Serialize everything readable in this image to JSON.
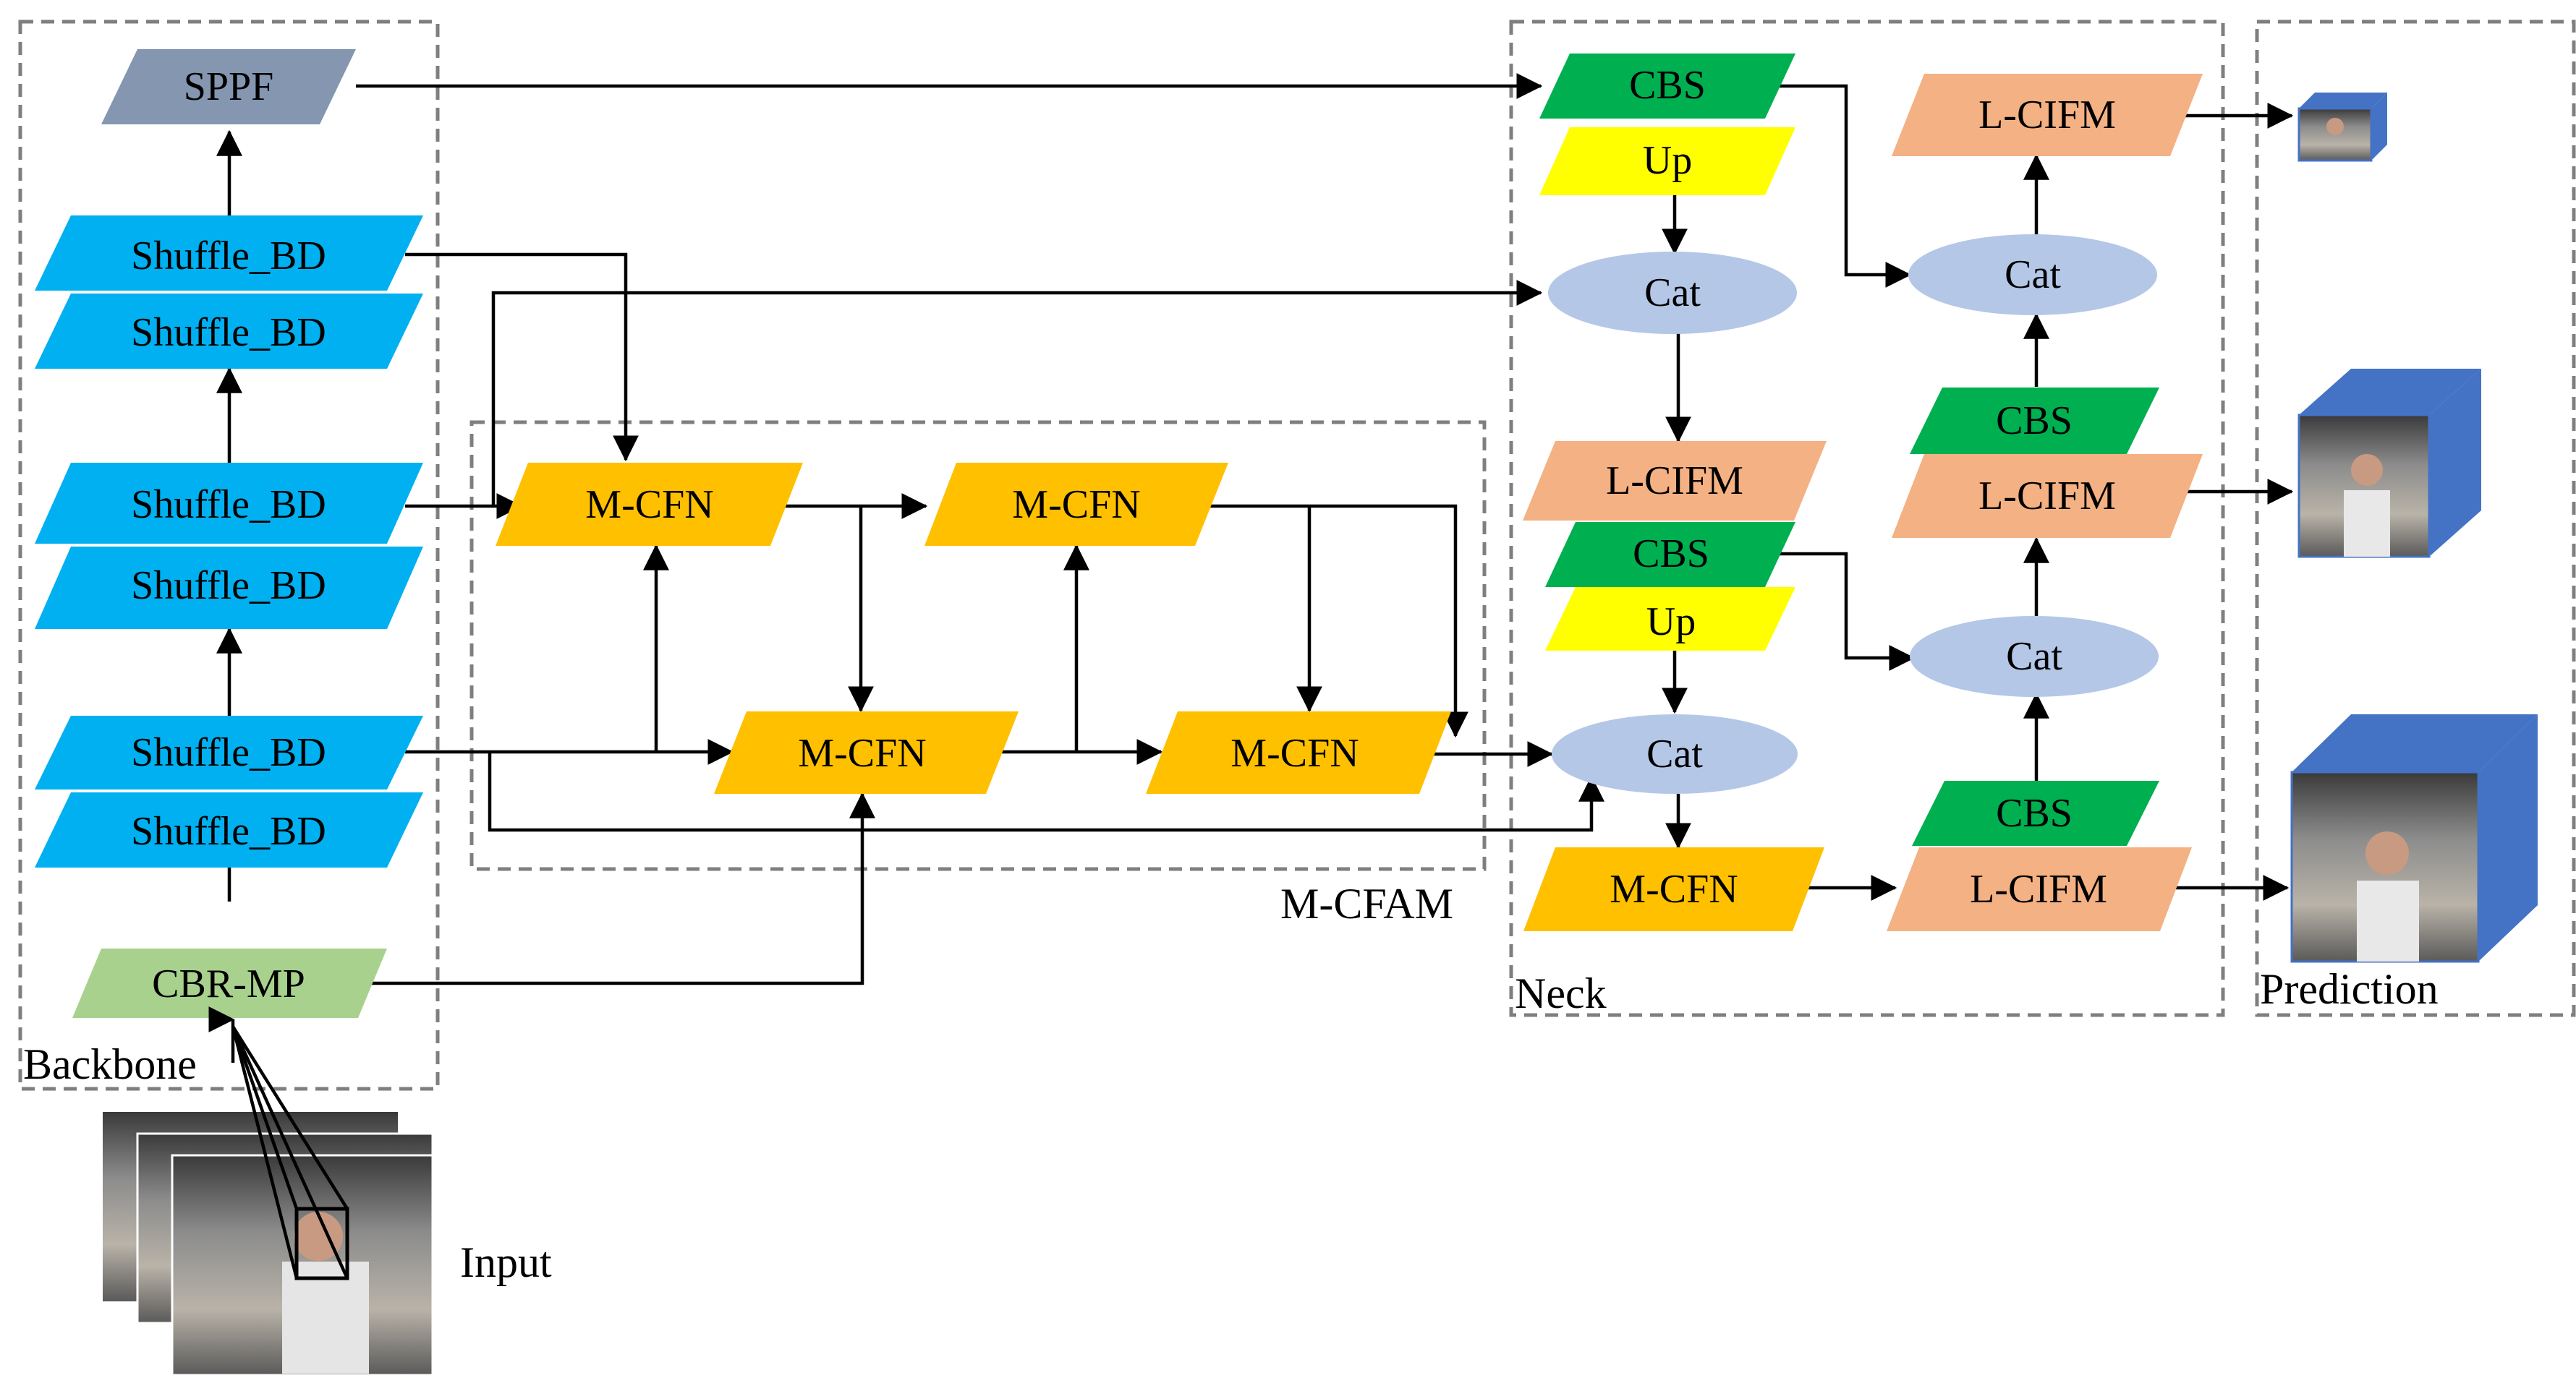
{
  "sections": {
    "backbone": "Backbone",
    "mcfam": "M-CFAM",
    "neck": "Neck",
    "prediction": "Prediction",
    "input": "Input"
  },
  "blocks": {
    "sppf": "SPPF",
    "shuffle_bd": "Shuffle_BD",
    "cbr_mp": "CBR-MP",
    "mcfn": "M-CFN",
    "cbs": "CBS",
    "up": "Up",
    "cat": "Cat",
    "lcifm": "L-CIFM"
  },
  "colors": {
    "sppf": "#8496b0",
    "shuffle": "#00b0f0",
    "cbr": "#a9d18e",
    "mcfn": "#ffc000",
    "cbs": "#00b050",
    "up": "#ffff00",
    "cat": "#b4c7e7",
    "lcifm": "#f4b183",
    "cube": "#4472c4"
  }
}
